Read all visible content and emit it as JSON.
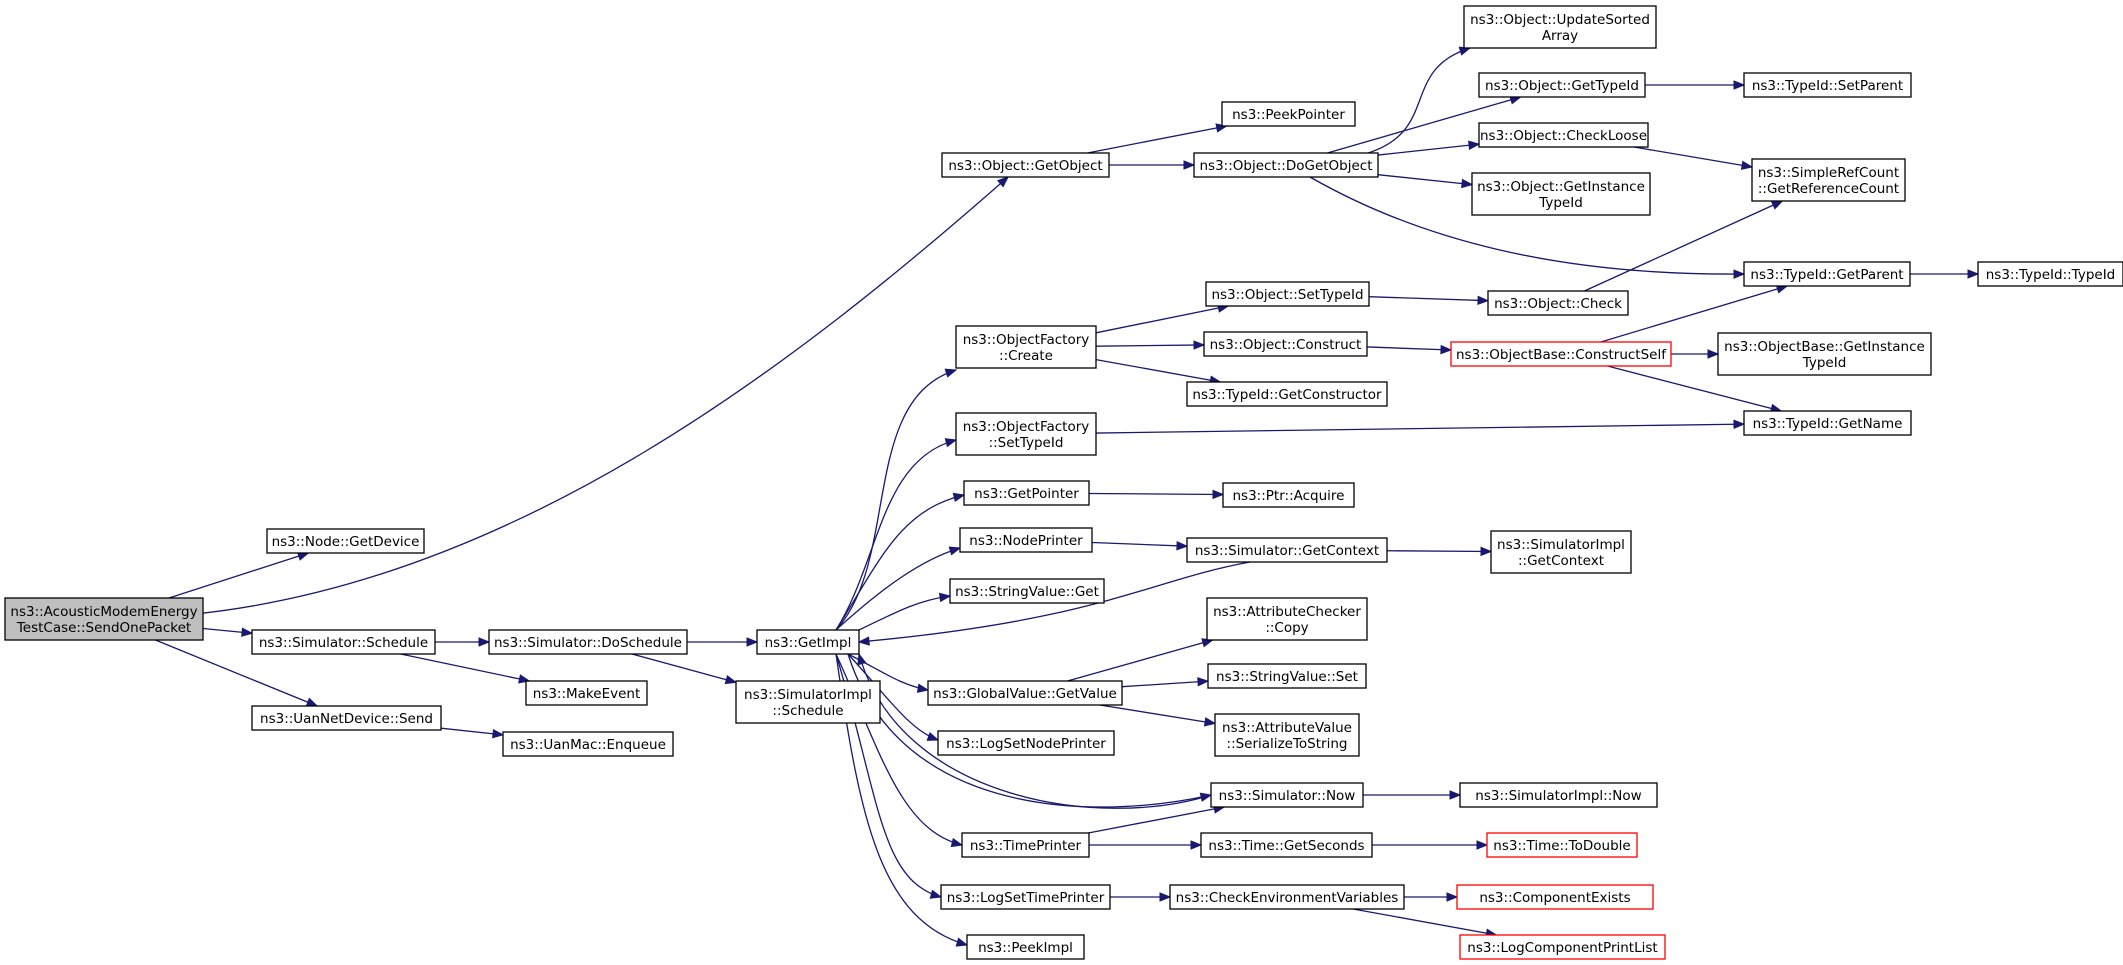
{
  "diagram": {
    "type": "call-graph",
    "colors": {
      "edge": "#191970",
      "root_fill": "#bfbfbf",
      "node_border": "#000000",
      "truncated_border": "#ff0000"
    },
    "nodes": [
      {
        "id": "root",
        "lines": [
          "ns3::AcousticModemEnergy",
          "TestCase::SendOnePacket"
        ],
        "style": "root"
      },
      {
        "id": "getdevice",
        "lines": [
          "ns3::Node::GetDevice"
        ]
      },
      {
        "id": "schedule",
        "lines": [
          "ns3::Simulator::Schedule"
        ]
      },
      {
        "id": "uansend",
        "lines": [
          "ns3::UanNetDevice::Send"
        ]
      },
      {
        "id": "doschedule",
        "lines": [
          "ns3::Simulator::DoSchedule"
        ]
      },
      {
        "id": "makeevent",
        "lines": [
          "ns3::MakeEvent"
        ]
      },
      {
        "id": "enqueue",
        "lines": [
          "ns3::UanMac::Enqueue"
        ]
      },
      {
        "id": "getimpl",
        "lines": [
          "ns3::GetImpl"
        ]
      },
      {
        "id": "simimplschedule",
        "lines": [
          "ns3::SimulatorImpl",
          "::Schedule"
        ]
      },
      {
        "id": "getobject",
        "lines": [
          "ns3::Object::GetObject"
        ]
      },
      {
        "id": "peekpointer",
        "lines": [
          "ns3::PeekPointer"
        ]
      },
      {
        "id": "dogetobject",
        "lines": [
          "ns3::Object::DoGetObject"
        ]
      },
      {
        "id": "updatesorted",
        "lines": [
          "ns3::Object::UpdateSorted",
          "Array"
        ]
      },
      {
        "id": "objgettypeid",
        "lines": [
          "ns3::Object::GetTypeId"
        ]
      },
      {
        "id": "setparent",
        "lines": [
          "ns3::TypeId::SetParent"
        ]
      },
      {
        "id": "checkloose",
        "lines": [
          "ns3::Object::CheckLoose"
        ]
      },
      {
        "id": "getreferencecount",
        "lines": [
          "ns3::SimpleRefCount",
          "::GetReferenceCount"
        ]
      },
      {
        "id": "getinstancetypeid",
        "lines": [
          "ns3::Object::GetInstance",
          "TypeId"
        ]
      },
      {
        "id": "getparent",
        "lines": [
          "ns3::TypeId::GetParent"
        ]
      },
      {
        "id": "typeidtypeid",
        "lines": [
          "ns3::TypeId::TypeId"
        ]
      },
      {
        "id": "factorycreate",
        "lines": [
          "ns3::ObjectFactory",
          "::Create"
        ]
      },
      {
        "id": "objsettypeid",
        "lines": [
          "ns3::Object::SetTypeId"
        ]
      },
      {
        "id": "objcheck",
        "lines": [
          "ns3::Object::Check"
        ]
      },
      {
        "id": "objconstruct",
        "lines": [
          "ns3::Object::Construct"
        ]
      },
      {
        "id": "constructself",
        "lines": [
          "ns3::ObjectBase::ConstructSelf"
        ],
        "style": "red"
      },
      {
        "id": "basegetinstancetypeid",
        "lines": [
          "ns3::ObjectBase::GetInstance",
          "TypeId"
        ]
      },
      {
        "id": "getconstructor",
        "lines": [
          "ns3::TypeId::GetConstructor"
        ]
      },
      {
        "id": "factorysettypeid",
        "lines": [
          "ns3::ObjectFactory",
          "::SetTypeId"
        ]
      },
      {
        "id": "getname",
        "lines": [
          "ns3::TypeId::GetName"
        ]
      },
      {
        "id": "getpointer",
        "lines": [
          "ns3::GetPointer"
        ]
      },
      {
        "id": "ptracquire",
        "lines": [
          "ns3::Ptr::Acquire"
        ]
      },
      {
        "id": "nodeprinter",
        "lines": [
          "ns3::NodePrinter"
        ]
      },
      {
        "id": "simgetcontext",
        "lines": [
          "ns3::Simulator::GetContext"
        ]
      },
      {
        "id": "implgetcontext",
        "lines": [
          "ns3::SimulatorImpl",
          "::GetContext"
        ]
      },
      {
        "id": "stringvalueget",
        "lines": [
          "ns3::StringValue::Get"
        ]
      },
      {
        "id": "attrcheckercopy",
        "lines": [
          "ns3::AttributeChecker",
          "::Copy"
        ]
      },
      {
        "id": "globalvaluegetvalue",
        "lines": [
          "ns3::GlobalValue::GetValue"
        ]
      },
      {
        "id": "stringvalueset",
        "lines": [
          "ns3::StringValue::Set"
        ]
      },
      {
        "id": "serializetostring",
        "lines": [
          "ns3::AttributeValue",
          "::SerializeToString"
        ]
      },
      {
        "id": "logsetnodeprinter",
        "lines": [
          "ns3::LogSetNodePrinter"
        ]
      },
      {
        "id": "simnow",
        "lines": [
          "ns3::Simulator::Now"
        ]
      },
      {
        "id": "implnow",
        "lines": [
          "ns3::SimulatorImpl::Now"
        ]
      },
      {
        "id": "timeprinter",
        "lines": [
          "ns3::TimePrinter"
        ]
      },
      {
        "id": "timegetseconds",
        "lines": [
          "ns3::Time::GetSeconds"
        ]
      },
      {
        "id": "timetodouble",
        "lines": [
          "ns3::Time::ToDouble"
        ],
        "style": "red"
      },
      {
        "id": "logsettimeprinter",
        "lines": [
          "ns3::LogSetTimePrinter"
        ]
      },
      {
        "id": "checkenv",
        "lines": [
          "ns3::CheckEnvironmentVariables"
        ]
      },
      {
        "id": "componentexists",
        "lines": [
          "ns3::ComponentExists"
        ],
        "style": "red"
      },
      {
        "id": "logcomponentprintlist",
        "lines": [
          "ns3::LogComponentPrintList"
        ],
        "style": "red"
      },
      {
        "id": "peekimpl",
        "lines": [
          "ns3::PeekImpl"
        ]
      }
    ],
    "edges": [
      {
        "from": "root",
        "to": "getdevice"
      },
      {
        "from": "root",
        "to": "getobject"
      },
      {
        "from": "root",
        "to": "schedule"
      },
      {
        "from": "root",
        "to": "uansend"
      },
      {
        "from": "schedule",
        "to": "doschedule"
      },
      {
        "from": "schedule",
        "to": "makeevent"
      },
      {
        "from": "uansend",
        "to": "enqueue"
      },
      {
        "from": "doschedule",
        "to": "getimpl"
      },
      {
        "from": "doschedule",
        "to": "simimplschedule"
      },
      {
        "from": "getobject",
        "to": "peekpointer"
      },
      {
        "from": "getobject",
        "to": "dogetobject"
      },
      {
        "from": "dogetobject",
        "to": "updatesorted"
      },
      {
        "from": "dogetobject",
        "to": "objgettypeid"
      },
      {
        "from": "dogetobject",
        "to": "checkloose"
      },
      {
        "from": "dogetobject",
        "to": "getinstancetypeid"
      },
      {
        "from": "dogetobject",
        "to": "getparent"
      },
      {
        "from": "objgettypeid",
        "to": "setparent"
      },
      {
        "from": "checkloose",
        "to": "getreferencecount"
      },
      {
        "from": "objcheck",
        "to": "getreferencecount"
      },
      {
        "from": "getparent",
        "to": "typeidtypeid"
      },
      {
        "from": "getimpl",
        "to": "factorycreate"
      },
      {
        "from": "getimpl",
        "to": "factorysettypeid"
      },
      {
        "from": "getimpl",
        "to": "getpointer"
      },
      {
        "from": "getimpl",
        "to": "nodeprinter"
      },
      {
        "from": "getimpl",
        "to": "stringvalueget"
      },
      {
        "from": "getimpl",
        "to": "globalvaluegetvalue"
      },
      {
        "from": "getimpl",
        "to": "logsetnodeprinter"
      },
      {
        "from": "getimpl",
        "to": "simnow"
      },
      {
        "from": "getimpl",
        "to": "timeprinter"
      },
      {
        "from": "getimpl",
        "to": "logsettimeprinter"
      },
      {
        "from": "getimpl",
        "to": "peekimpl"
      },
      {
        "from": "factorycreate",
        "to": "objsettypeid"
      },
      {
        "from": "factorycreate",
        "to": "objconstruct"
      },
      {
        "from": "factorycreate",
        "to": "getconstructor"
      },
      {
        "from": "objsettypeid",
        "to": "objcheck"
      },
      {
        "from": "objconstruct",
        "to": "constructself"
      },
      {
        "from": "constructself",
        "to": "getparent"
      },
      {
        "from": "constructself",
        "to": "basegetinstancetypeid"
      },
      {
        "from": "constructself",
        "to": "getname"
      },
      {
        "from": "factorysettypeid",
        "to": "getname"
      },
      {
        "from": "getpointer",
        "to": "ptracquire"
      },
      {
        "from": "nodeprinter",
        "to": "simgetcontext"
      },
      {
        "from": "simgetcontext",
        "to": "implgetcontext"
      },
      {
        "from": "simgetcontext",
        "to": "getimpl"
      },
      {
        "from": "globalvaluegetvalue",
        "to": "attrcheckercopy"
      },
      {
        "from": "globalvaluegetvalue",
        "to": "stringvalueset"
      },
      {
        "from": "globalvaluegetvalue",
        "to": "serializetostring"
      },
      {
        "from": "simnow",
        "to": "implnow"
      },
      {
        "from": "simnow",
        "to": "getimpl"
      },
      {
        "from": "timeprinter",
        "to": "simnow"
      },
      {
        "from": "timeprinter",
        "to": "timegetseconds"
      },
      {
        "from": "timegetseconds",
        "to": "timetodouble"
      },
      {
        "from": "logsettimeprinter",
        "to": "checkenv"
      },
      {
        "from": "checkenv",
        "to": "componentexists"
      },
      {
        "from": "checkenv",
        "to": "logcomponentprintlist"
      }
    ]
  }
}
